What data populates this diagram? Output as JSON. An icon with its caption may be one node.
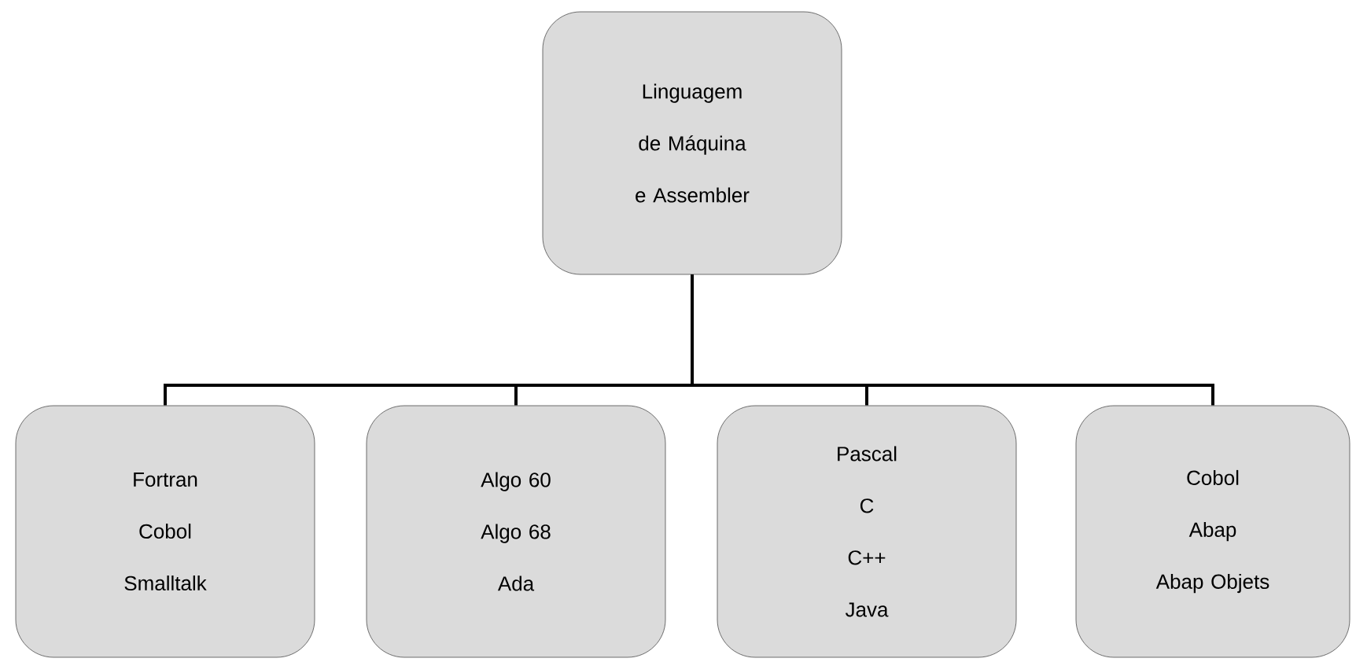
{
  "diagram": {
    "nodes": [
      {
        "text": [
          "Linguagem de Máquina e Assembler"
        ]
      },
      {
        "text": [
          "Fortran",
          "Cobol",
          "Smalltalk"
        ]
      },
      {
        "text": [
          "Algo 60",
          "Algo 68",
          "Ada"
        ]
      },
      {
        "text": [
          "Pascal",
          "C",
          "C++",
          "Java"
        ]
      },
      {
        "text": [
          "Cobol",
          "Abap",
          "Abap Objets"
        ]
      }
    ],
    "edges": [
      {
        "from": 0,
        "to": 1,
        "arrow": "none"
      },
      {
        "from": 0,
        "to": 2,
        "arrow": "none"
      },
      {
        "from": 0,
        "to": 3,
        "arrow": "none"
      },
      {
        "from": 0,
        "to": 4,
        "arrow": "none"
      }
    ]
  }
}
